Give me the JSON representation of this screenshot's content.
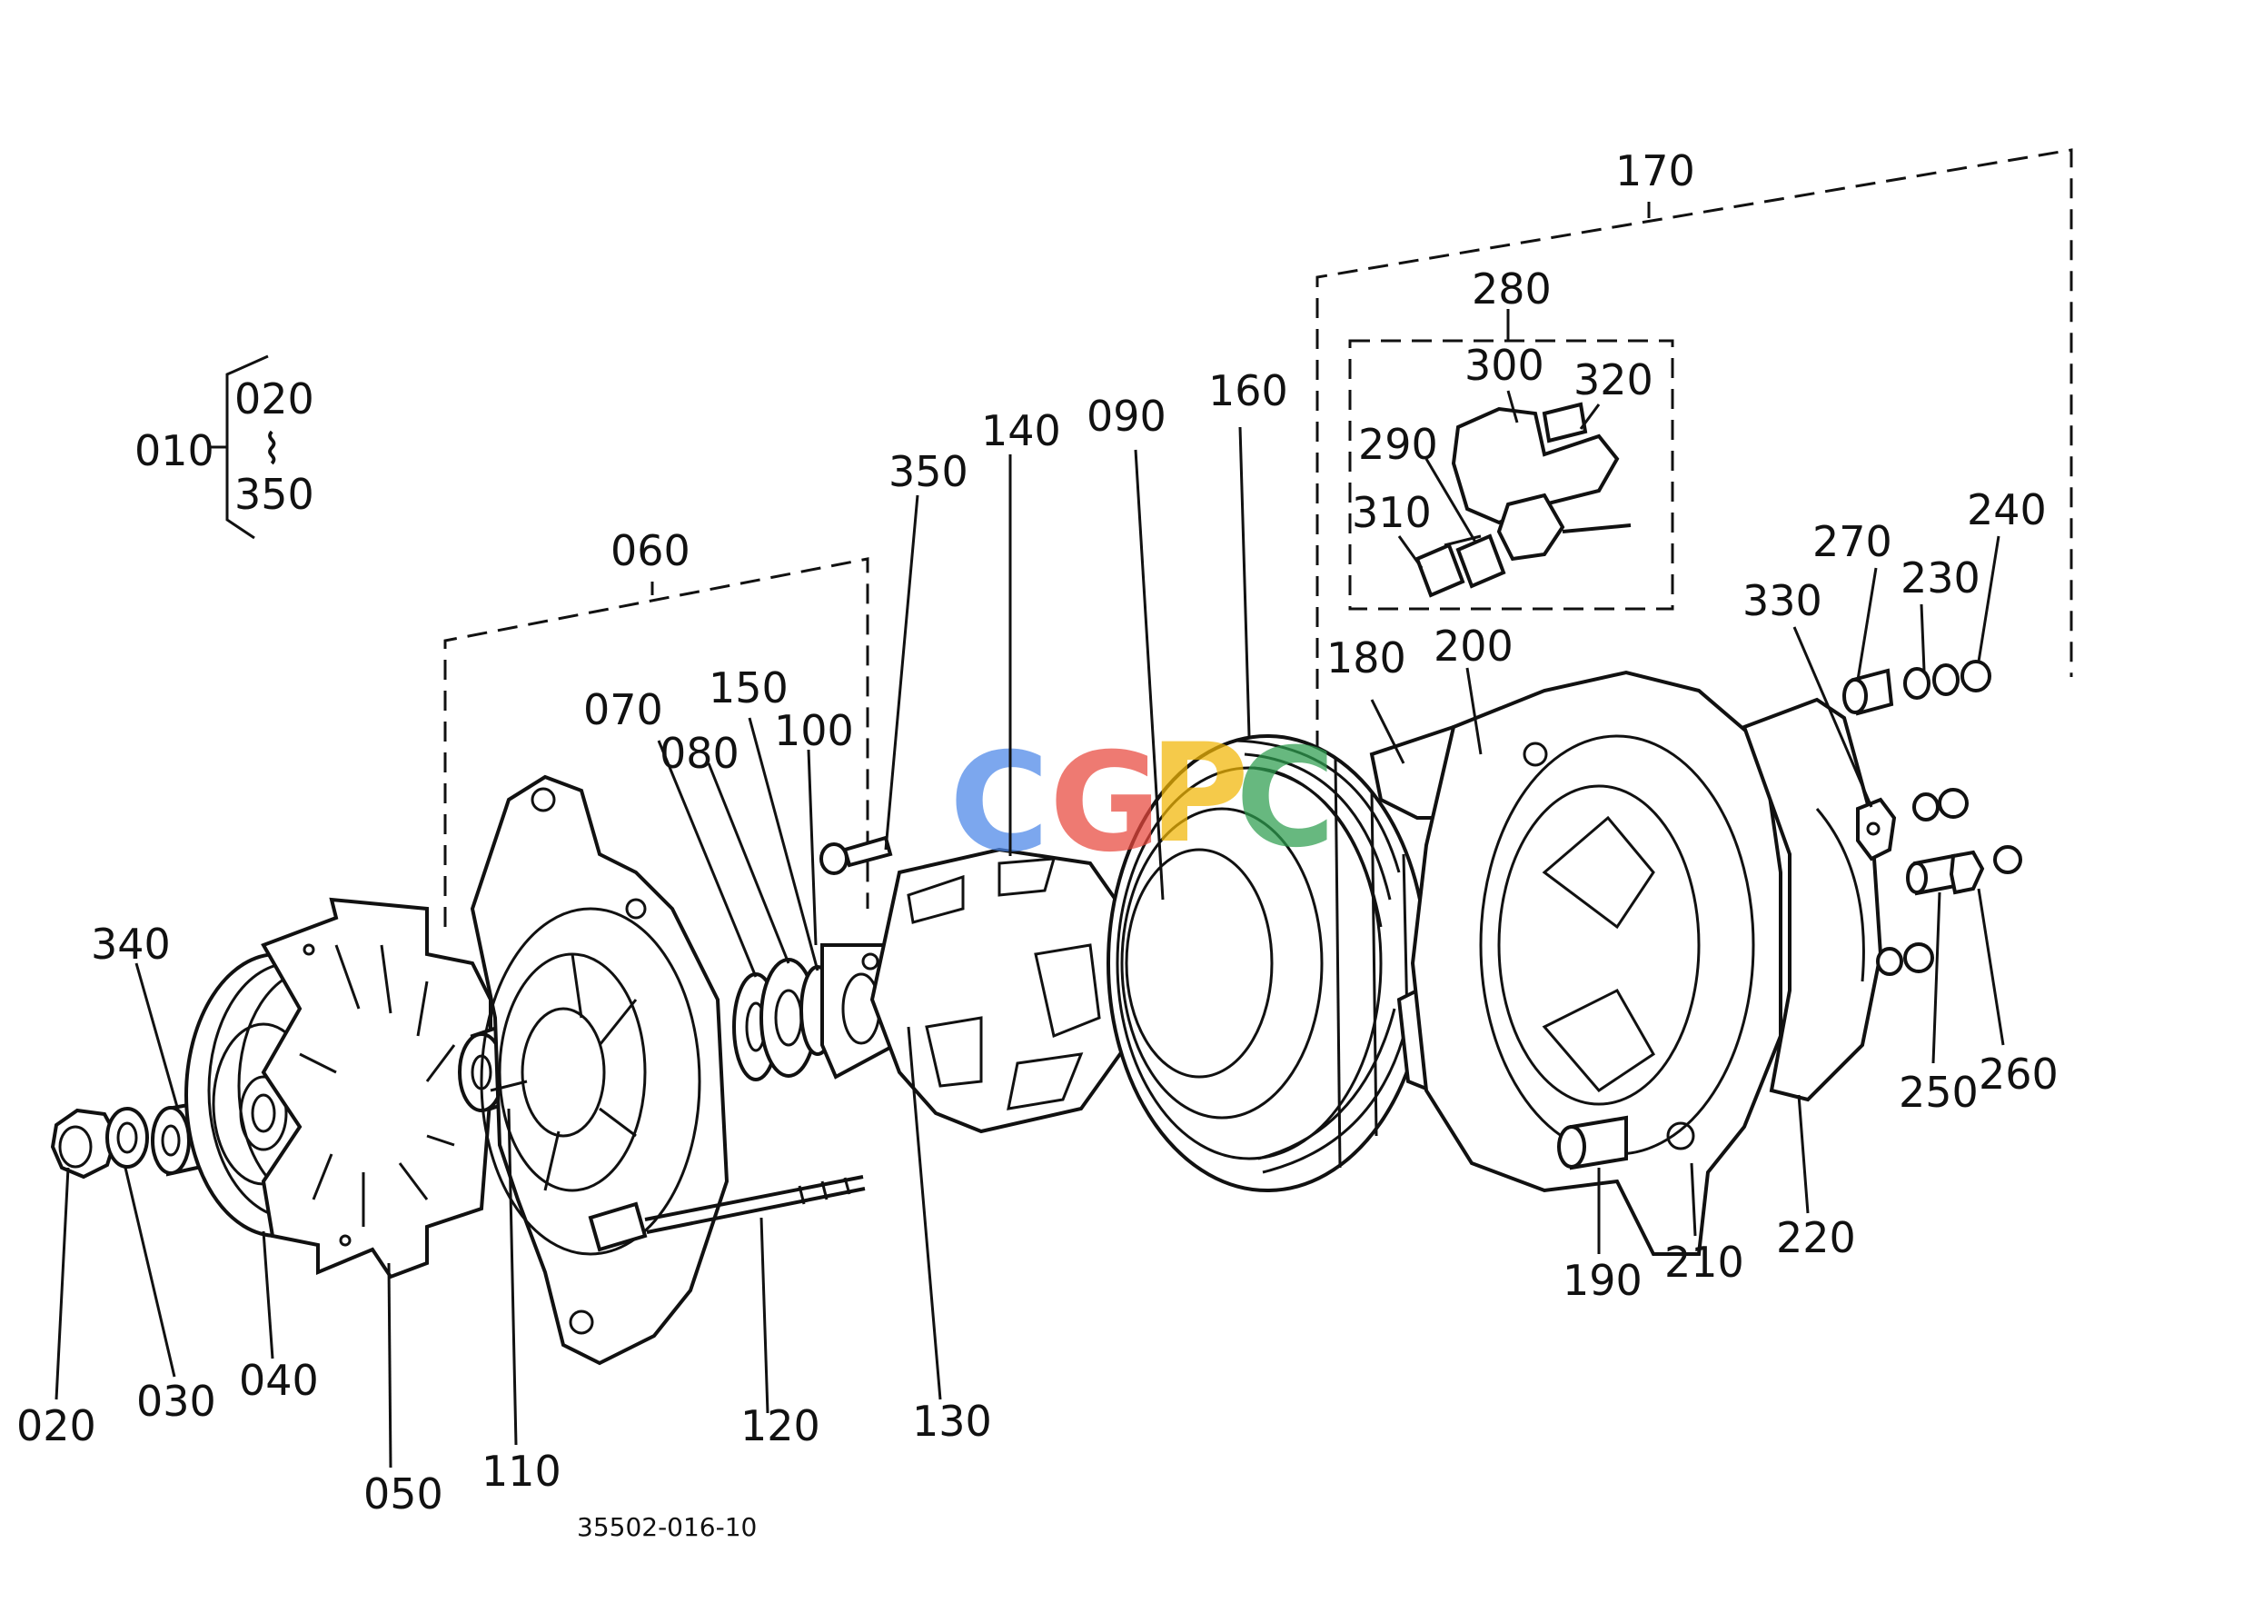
{
  "labels": {
    "l010": "010",
    "l020a": "020",
    "l350a": "350",
    "l060": "060",
    "l070": "070",
    "l080": "080",
    "l090": "090",
    "l100": "100",
    "l110": "110",
    "l120": "120",
    "l130": "130",
    "l140": "140",
    "l150": "150",
    "l160": "160",
    "l170": "170",
    "l180": "180",
    "l190": "190",
    "l200": "200",
    "l210": "210",
    "l220": "220",
    "l230": "230",
    "l240": "240",
    "l250": "250",
    "l260": "260",
    "l270": "270",
    "l280": "280",
    "l290": "290",
    "l300": "300",
    "l310": "310",
    "l320": "320",
    "l330": "330",
    "l340": "340",
    "l350": "350",
    "l020": "020",
    "l030": "030",
    "l040": "040",
    "l050": "050"
  },
  "range_symbol": "⌇",
  "drawing_code": "35502-016-10",
  "watermark": {
    "letters": [
      "C",
      "G",
      "P",
      "C"
    ],
    "colors": [
      "#4a86e8",
      "#e8483c",
      "#f2b705",
      "#2e9e4f"
    ]
  }
}
